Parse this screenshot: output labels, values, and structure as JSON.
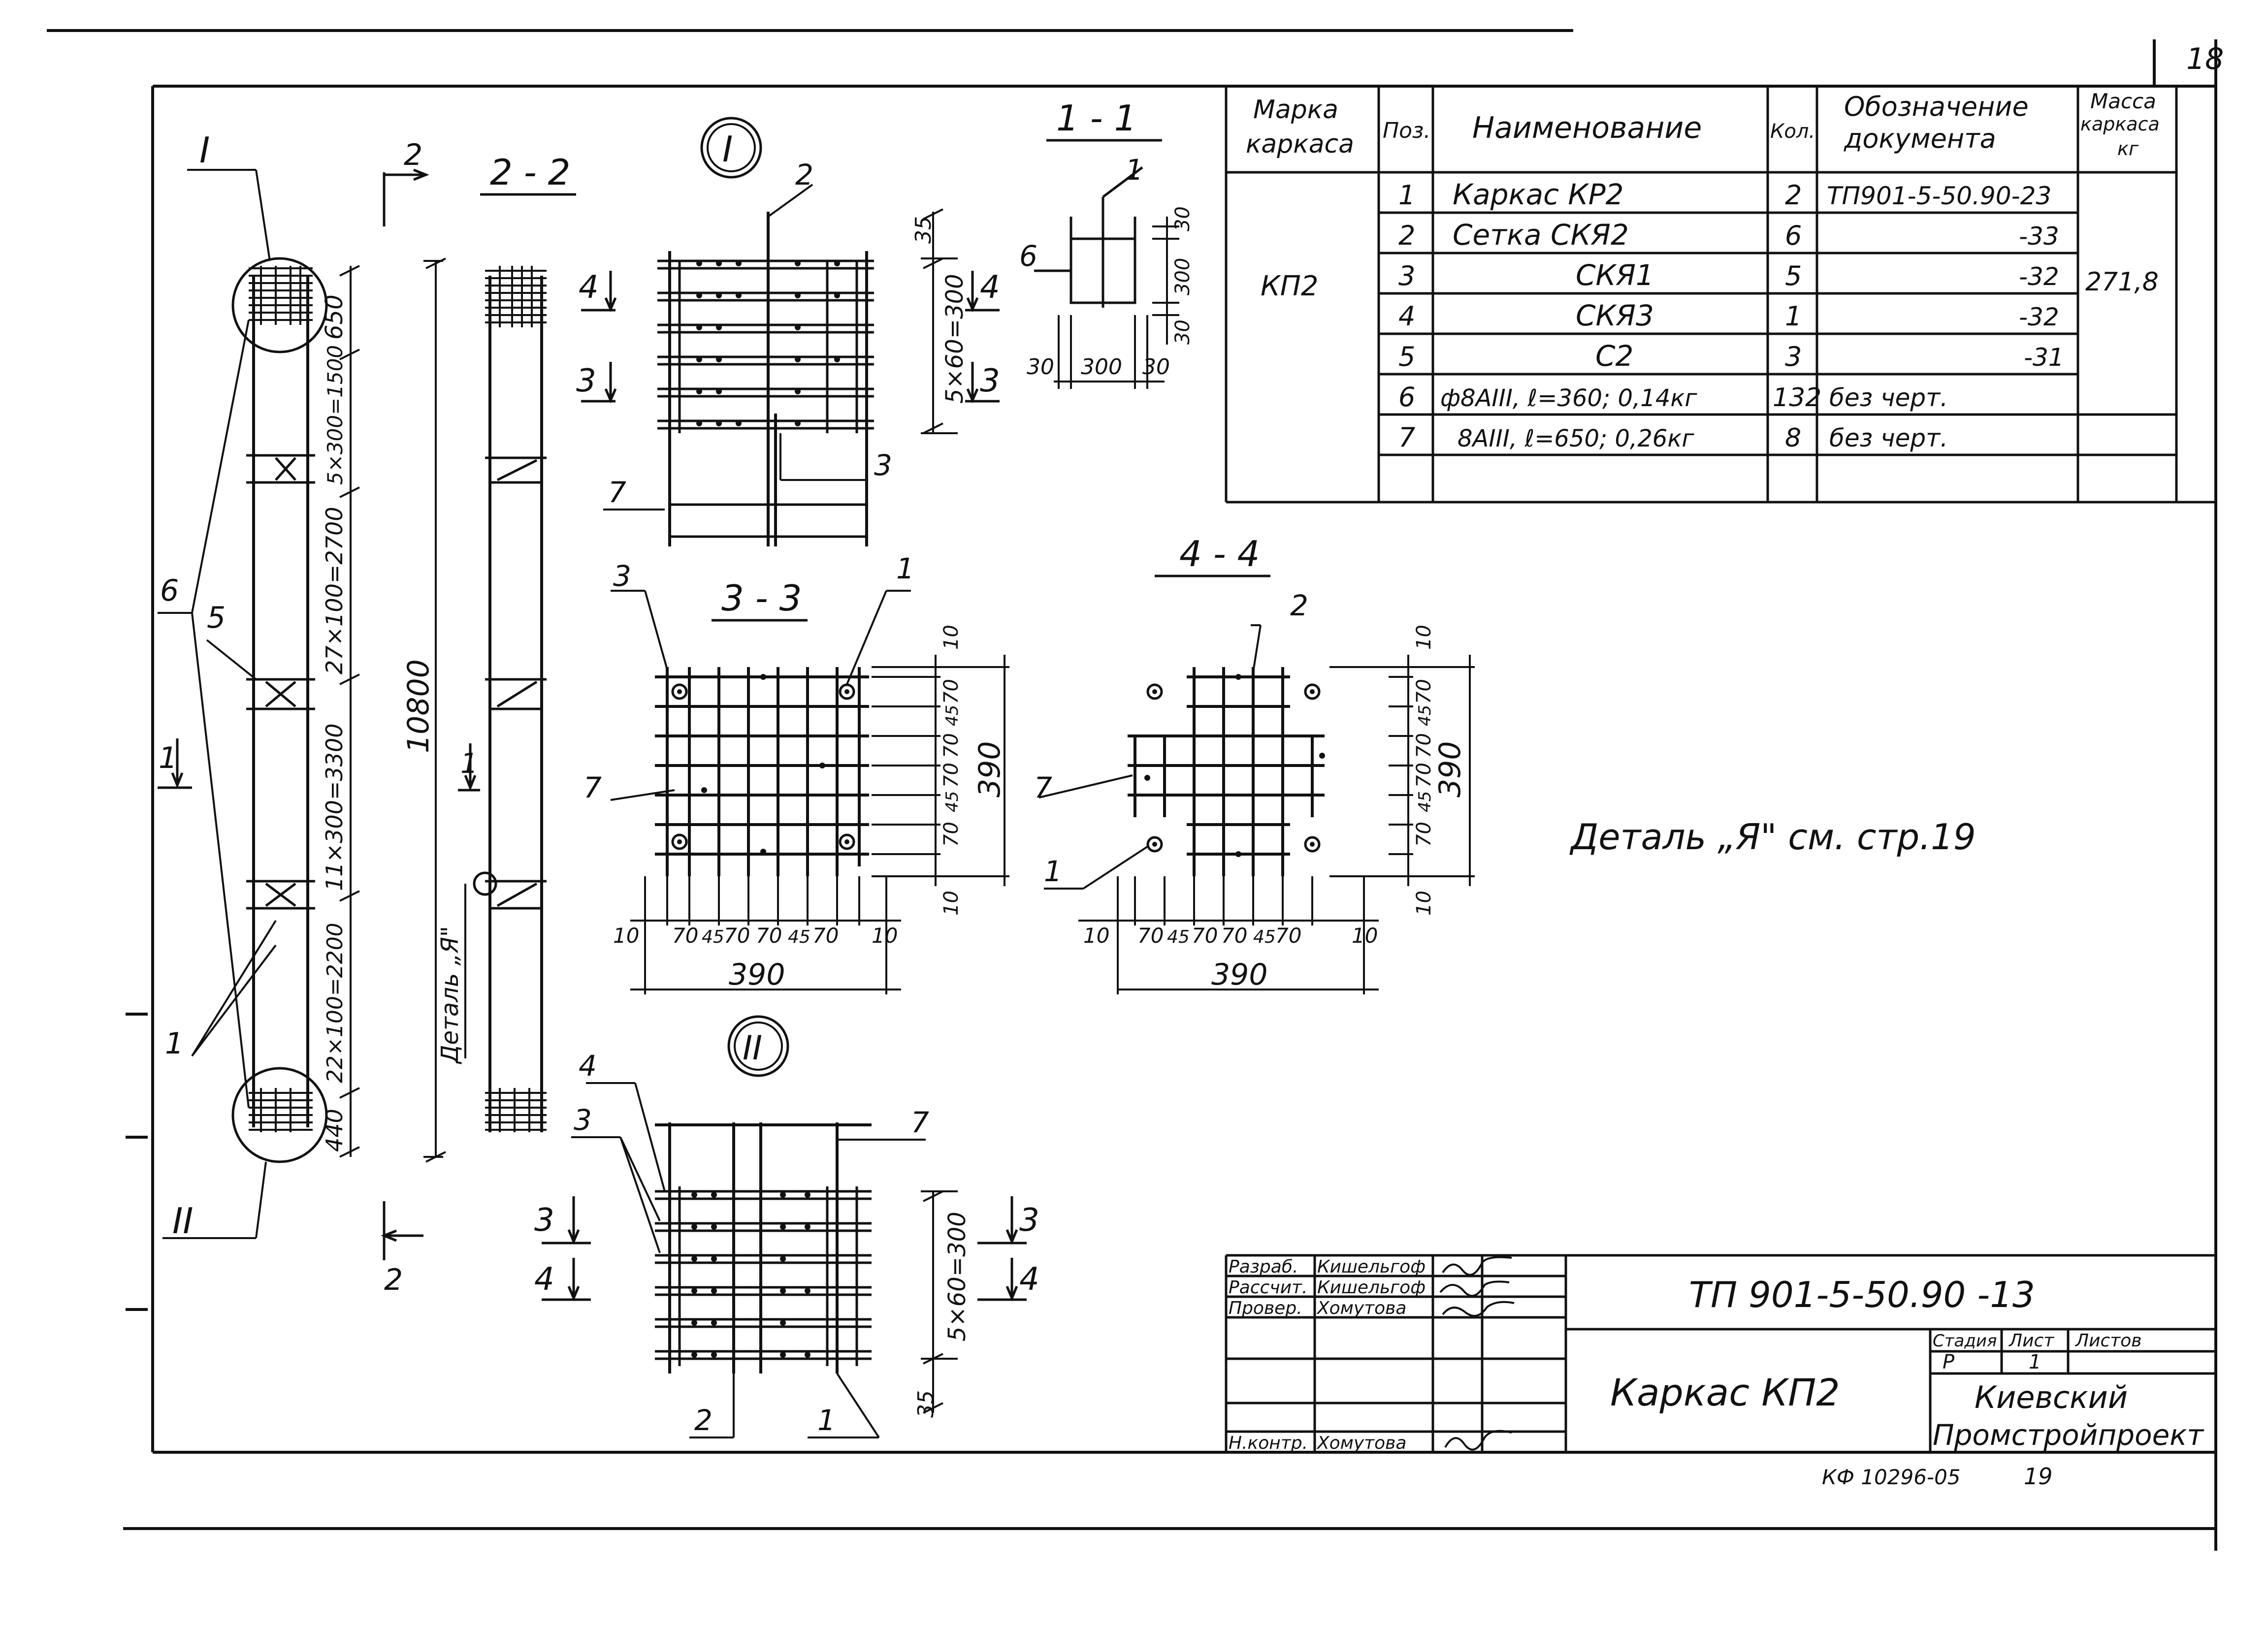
{
  "page_number": "18",
  "title_block": {
    "code": "ТП 901-5-50.90 -13",
    "name": "Каркас КП2",
    "org_line1": "Киевский",
    "org_line2": "Промстройпроект",
    "stage_header": "Стадия",
    "sheet_header": "Лист",
    "sheets_header": "Листов",
    "stage": "Р",
    "sheet": "1",
    "roles": [
      {
        "role": "Разраб.",
        "name": "Кишельгоф"
      },
      {
        "role": "Рассчит.",
        "name": "Кишельгоф"
      },
      {
        "role": "Провер.",
        "name": "Хомутова"
      },
      {
        "role": "",
        "name": ""
      },
      {
        "role": "",
        "name": ""
      },
      {
        "role": "Н.контр.",
        "name": "Хомутова"
      }
    ],
    "stamp": "КФ 10296-05",
    "stamp_num": "19"
  },
  "spec_table": {
    "headers": [
      "Марка каркаса",
      "Поз.",
      "Наименование",
      "Кол.",
      "Обозначение документа",
      "Масса каркаса кг"
    ],
    "header_lines": {
      "marka": [
        "Марка",
        "каркаса"
      ],
      "pos": "Поз.",
      "name": "Наименование",
      "qty": "Кол.",
      "doc": [
        "Обозначение",
        "документа"
      ],
      "mass": [
        "Масса",
        "каркаса",
        "кг"
      ]
    },
    "marka": "КП2",
    "mass": "271,8",
    "rows": [
      {
        "pos": "1",
        "name": "Каркас КР2",
        "qty": "2",
        "doc": "ТП901-5-50.90-23"
      },
      {
        "pos": "2",
        "name": "Сетка СКЯ2",
        "qty": "6",
        "doc": "-33"
      },
      {
        "pos": "3",
        "name": "СКЯ1",
        "qty": "5",
        "doc": "-32"
      },
      {
        "pos": "4",
        "name": "СКЯ3",
        "qty": "1",
        "doc": "-32"
      },
      {
        "pos": "5",
        "name": "С2",
        "qty": "3",
        "doc": "-31"
      },
      {
        "pos": "6",
        "name": "ф8АIII, ℓ=360; 0,14кг",
        "qty": "132",
        "doc": "без черт."
      },
      {
        "pos": "7",
        "name": "8АIII, ℓ=650; 0,26кг",
        "qty": "8",
        "doc": "без черт."
      }
    ]
  },
  "note": "Деталь „Я\" см. стр.19",
  "elevation": {
    "node_I": "I",
    "node_II": "II",
    "dim_total": "10800",
    "dims": [
      "650",
      "5×300=1500",
      "27×100=2700",
      "11×300=3300",
      "22×100=2200",
      "440"
    ],
    "leaders": [
      "6",
      "5",
      "1"
    ],
    "section_1": "1",
    "section_2": "2"
  },
  "section_2_2": {
    "title": "2 - 2",
    "detail_label": "Деталь „Я\""
  },
  "node_I_view": {
    "title": "I",
    "dim": "5×60=300",
    "dim_35": "35",
    "callouts": [
      "2",
      "3",
      "7"
    ],
    "cuts": [
      "4",
      "3"
    ]
  },
  "node_II_view": {
    "title": "II",
    "dim": "5×60=300",
    "dim_35": "35",
    "callouts": [
      "4",
      "3",
      "7",
      "2",
      "1"
    ],
    "cuts": [
      "3",
      "4"
    ]
  },
  "section_1_1": {
    "title": "1 - 1",
    "dims_h": [
      "30",
      "300",
      "30"
    ],
    "dims_v": [
      "30",
      "300",
      "30"
    ],
    "callouts": [
      "1",
      "6"
    ]
  },
  "section_3_3": {
    "title": "3 - 3",
    "dims_h": [
      "10",
      "70",
      "45",
      "70",
      "70",
      "45",
      "70",
      "10"
    ],
    "dims_v": [
      "10",
      "70",
      "45",
      "70",
      "70",
      "45",
      "70",
      "10"
    ],
    "total": "390",
    "callouts": [
      "3",
      "1",
      "7"
    ]
  },
  "section_4_4": {
    "title": "4 - 4",
    "dims_h": [
      "10",
      "70",
      "45",
      "70",
      "70",
      "45",
      "70",
      "10"
    ],
    "dims_v": [
      "10",
      "70",
      "45",
      "70",
      "70",
      "45",
      "70",
      "10"
    ],
    "total": "390",
    "callouts": [
      "2",
      "7",
      "1"
    ]
  }
}
